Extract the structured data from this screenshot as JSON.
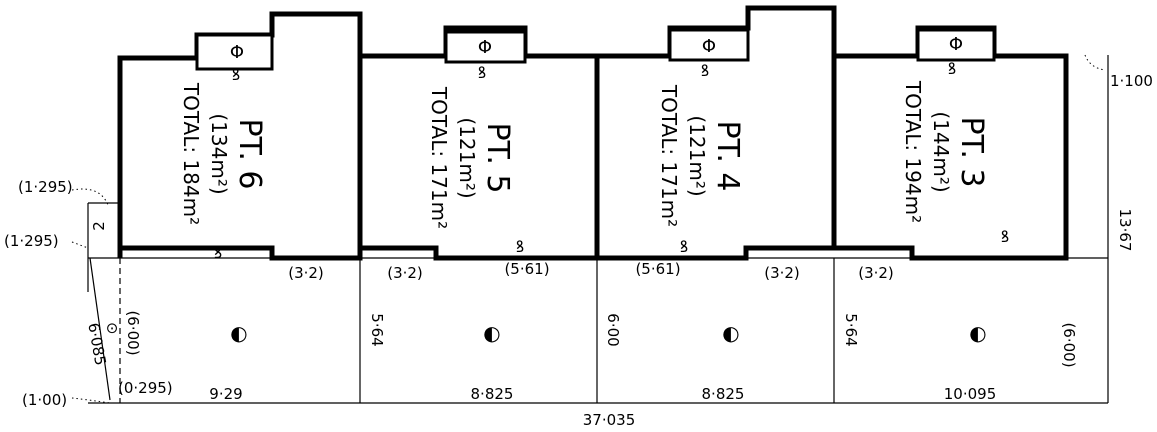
{
  "plots": [
    {
      "label": "PT. 6",
      "area": "(134m²)",
      "total": "TOTAL: 184m²"
    },
    {
      "label": "PT. 5",
      "area": "(121m²)",
      "total": "TOTAL: 171m²"
    },
    {
      "label": "PT. 4",
      "area": "(121m²)",
      "total": "TOTAL: 171m²"
    },
    {
      "label": "PT. 3",
      "area": "(144m²)",
      "total": "TOTAL: 194m²"
    }
  ],
  "dimensions": {
    "front_segments": [
      "9·29",
      "8·825",
      "8·825",
      "10·095"
    ],
    "total_frontage": "37·035",
    "depth_right": "13·67",
    "corner_right": "1·100",
    "side_left_1": "(1·295)",
    "side_left_2": "(1·295)",
    "bottom_left": "(1·00)",
    "bottom_left_inner": "(0·295)",
    "diagonal": "6·085",
    "left_inner": "(6·00)",
    "small_2": "2",
    "setback_a": "(3·2)",
    "setback_b": "(3·2)",
    "setback_c": "(5·61)",
    "setback_d": "(5·61)",
    "setback_e": "(3·2)",
    "setback_f": "(3·2)",
    "divider_1": "5·64",
    "divider_2": "6·00",
    "divider_3": "5·64",
    "right_inner": "(6·00)"
  },
  "icons": {
    "yard": "◐",
    "meter": "Φ",
    "hook": "ꝸ",
    "corner_mark": "⊙"
  }
}
